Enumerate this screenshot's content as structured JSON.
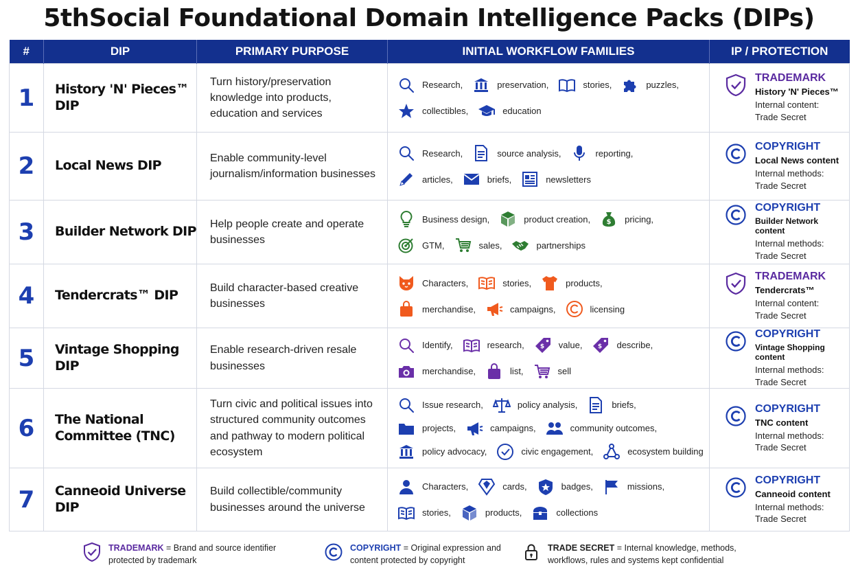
{
  "title": "5thSocial Foundational Domain Intelligence Packs (DIPs)",
  "headers": [
    "#",
    "DIP",
    "PRIMARY PURPOSE",
    "INITIAL WORKFLOW FAMILIES",
    "IP / PROTECTION"
  ],
  "colors": {
    "header_bg": "#13308e",
    "number": "#1d3fb0",
    "trademark": "#5a2aa0",
    "copyright": "#1d3fb0",
    "green": "#2e7d32",
    "orange": "#f05a1e",
    "purple": "#6a2fa8"
  },
  "rows": [
    {
      "num": "1",
      "name": "History 'N' Pieces™ DIP",
      "purpose": "Turn history/preservation knowledge into products, education and services",
      "workflows": [
        [
          {
            "icon": "search-icon",
            "label": "Research,"
          },
          {
            "icon": "columns-icon",
            "label": "preservation,"
          },
          {
            "icon": "book-icon",
            "label": "stories,"
          },
          {
            "icon": "puzzle-icon",
            "label": "puzzles,"
          }
        ],
        [
          {
            "icon": "star-icon",
            "label": "collectibles,"
          },
          {
            "icon": "graduation-cap-icon",
            "label": "education"
          }
        ]
      ],
      "ip": {
        "type": "TRADEMARK",
        "sub": "History 'N' Pieces™",
        "note_1": "Internal content:",
        "note_2": "Trade Secret"
      }
    },
    {
      "num": "2",
      "name": "Local News DIP",
      "purpose": "Enable community-level journalism/information businesses",
      "workflows": [
        [
          {
            "icon": "search-icon",
            "label": "Research,"
          },
          {
            "icon": "document-icon",
            "label": "source analysis,"
          },
          {
            "icon": "microphone-icon",
            "label": "reporting,"
          }
        ],
        [
          {
            "icon": "pencil-icon",
            "label": "articles,"
          },
          {
            "icon": "envelope-icon",
            "label": "briefs,"
          },
          {
            "icon": "newsletter-icon",
            "label": "newsletters"
          }
        ]
      ],
      "ip": {
        "type": "COPYRIGHT",
        "sub": "Local News content",
        "note_1": "Internal methods:",
        "note_2": "Trade Secret"
      }
    },
    {
      "num": "3",
      "name": "Builder Network DIP",
      "purpose": "Help people create and operate businesses",
      "workflows": [
        [
          {
            "icon": "lightbulb-icon",
            "label": "Business design,"
          },
          {
            "icon": "cube-icon",
            "label": "product creation,"
          },
          {
            "icon": "money-bag-icon",
            "label": "pricing,"
          }
        ],
        [
          {
            "icon": "target-icon",
            "label": "GTM,"
          },
          {
            "icon": "cart-icon",
            "label": "sales,"
          },
          {
            "icon": "handshake-icon",
            "label": "partnerships"
          }
        ]
      ],
      "ip": {
        "type": "COPYRIGHT",
        "sub": "Builder Network content",
        "note_1": "Internal methods:",
        "note_2": "Trade Secret"
      }
    },
    {
      "num": "4",
      "name": "Tendercrats™ DIP",
      "purpose": "Build character-based creative businesses",
      "workflows": [
        [
          {
            "icon": "cat-face-icon",
            "label": "Characters,"
          },
          {
            "icon": "open-book-icon",
            "label": "stories,"
          },
          {
            "icon": "tshirt-icon",
            "label": "products,"
          }
        ],
        [
          {
            "icon": "shopping-bag-icon",
            "label": "merchandise,"
          },
          {
            "icon": "megaphone-icon",
            "label": "campaigns,"
          },
          {
            "icon": "copyright-icon",
            "label": "licensing"
          }
        ]
      ],
      "ip": {
        "type": "TRADEMARK",
        "sub": "Tendercrats™",
        "note_1": "Internal content:",
        "note_2": "Trade Secret"
      }
    },
    {
      "num": "5",
      "name": "Vintage Shopping DIP",
      "purpose": "Enable research-driven resale businesses",
      "workflows": [
        [
          {
            "icon": "search-icon",
            "label": "Identify,"
          },
          {
            "icon": "open-book-icon",
            "label": "research,"
          },
          {
            "icon": "price-tag-icon",
            "label": "value,"
          },
          {
            "icon": "price-tag-icon",
            "label": "describe,"
          }
        ],
        [
          {
            "icon": "camera-icon",
            "label": "merchandise,"
          },
          {
            "icon": "shopping-bag-icon",
            "label": "list,"
          },
          {
            "icon": "cart-icon",
            "label": "sell"
          }
        ]
      ],
      "ip": {
        "type": "COPYRIGHT",
        "sub": "Vintage Shopping content",
        "note_1": "Internal methods:",
        "note_2": "Trade Secret"
      }
    },
    {
      "num": "6",
      "name": "The National Committee (TNC)",
      "purpose": "Turn civic and political issues into structured community outcomes and pathway to modern political ecosystem",
      "workflows": [
        [
          {
            "icon": "search-icon",
            "label": "Issue research,"
          },
          {
            "icon": "scales-icon",
            "label": "policy analysis,"
          },
          {
            "icon": "document-icon",
            "label": "briefs,"
          }
        ],
        [
          {
            "icon": "folder-icon",
            "label": "projects,"
          },
          {
            "icon": "megaphone-icon",
            "label": "campaigns,"
          },
          {
            "icon": "people-icon",
            "label": "community outcomes,"
          }
        ],
        [
          {
            "icon": "columns-icon",
            "label": "policy advocacy,"
          },
          {
            "icon": "check-circle-icon",
            "label": "civic engagement,"
          },
          {
            "icon": "network-icon",
            "label": "ecosystem building"
          }
        ]
      ],
      "ip": {
        "type": "COPYRIGHT",
        "sub": "TNC content",
        "note_1": "Internal methods:",
        "note_2": "Trade Secret"
      }
    },
    {
      "num": "7",
      "name": "Canneoid Universe DIP",
      "purpose": "Build collectible/community businesses around the universe",
      "workflows": [
        [
          {
            "icon": "person-icon",
            "label": "Characters,"
          },
          {
            "icon": "card-icon",
            "label": "cards,"
          },
          {
            "icon": "badge-icon",
            "label": "badges,"
          },
          {
            "icon": "flag-icon",
            "label": "missions,"
          }
        ],
        [
          {
            "icon": "open-book-icon",
            "label": "stories,"
          },
          {
            "icon": "cube-icon",
            "label": "products,"
          },
          {
            "icon": "chest-icon",
            "label": "collections"
          }
        ]
      ],
      "ip": {
        "type": "COPYRIGHT",
        "sub": "Canneoid content",
        "note_1": "Internal methods:",
        "note_2": "Trade Secret"
      }
    }
  ],
  "legend": [
    {
      "icon": "shield-check-icon",
      "term": "TRADEMARK",
      "line1": " = Brand and source identifier",
      "line2": "protected by trademark"
    },
    {
      "icon": "copyright-icon",
      "term": "COPYRIGHT",
      "line1": " = Original expression and",
      "line2": "content protected by copyright"
    },
    {
      "icon": "lock-icon",
      "term": "TRADE SECRET",
      "line1": " = Internal knowledge, methods,",
      "line2": "workflows, rules and systems kept confidential"
    }
  ]
}
